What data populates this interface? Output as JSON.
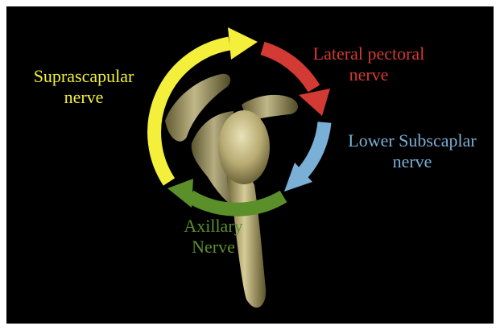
{
  "labels": {
    "suprascapular": [
      "Suprascapular",
      "nerve"
    ],
    "lateral_pectoral": [
      "Lateral pectoral",
      "nerve"
    ],
    "lower_subscapular": [
      "Lower Subscaplar",
      "nerve"
    ],
    "axillary": [
      "Axillary",
      "Nerve"
    ]
  },
  "colors": {
    "background": "#000000",
    "suprascapular": "#f3ef3a",
    "lateral_pectoral": "#d23a33",
    "lower_subscapular": "#7ab0d6",
    "axillary": "#5a8f2a",
    "bone": "#c9bf8a"
  }
}
